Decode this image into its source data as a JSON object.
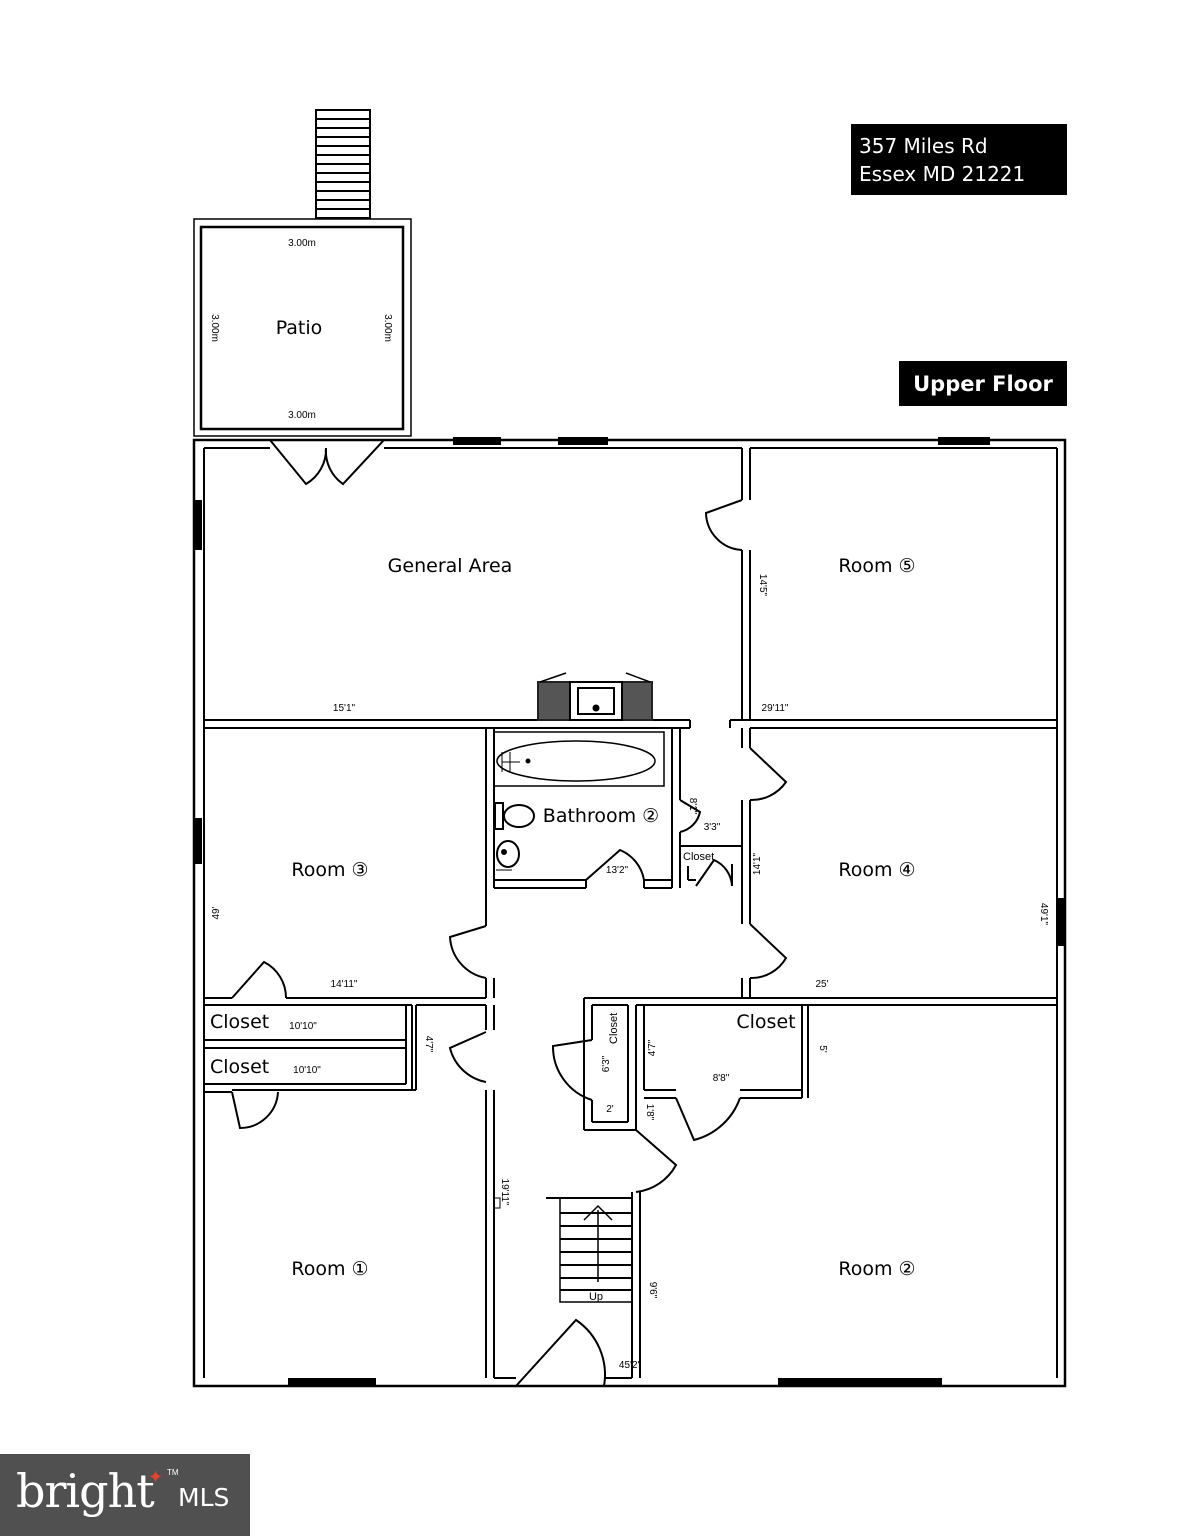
{
  "address": {
    "line1": "357 Miles Rd",
    "line2": "Essex MD 21221"
  },
  "floor_label": "Upper Floor",
  "rooms": {
    "patio": "Patio",
    "general_area": "General Area",
    "room5": "Room ⑤",
    "room3": "Room ③",
    "bathroom2": "Bathroom ②",
    "room4": "Room ④",
    "room1": "Room ①",
    "room2": "Room ②",
    "closet_a": "Closet",
    "closet_b": "Closet",
    "closet_c": "Closet",
    "closet_small": "Closet",
    "closet_vertical": "Closet",
    "stairs_up": "Up"
  },
  "dimensions": {
    "patio_top": "3.00m",
    "patio_bottom": "3.00m",
    "patio_left": "3.00m",
    "patio_right": "3.00m",
    "general_area_width": "15'1\"",
    "room5_height": "14'5\"",
    "room5_width": "29'11\"",
    "bath_8": "8'1\"",
    "bath_3": "3'3\"",
    "bath_13": "13'2\"",
    "room4_height": "14'1\"",
    "right_total": "49'1\"",
    "room4_width": "25'",
    "room3_height": "49'",
    "room3_width": "14'11\"",
    "closet_a_width": "10'10\"",
    "closet_b_width": "10'10\"",
    "hall_47_left": "4'7\"",
    "closet_v_63": "6'3\"",
    "closet_v_2": "2'",
    "closet_c_47": "4'7\"",
    "closet_c_88": "8'8\"",
    "closet_c_18": "1'8\"",
    "closet_c_5": "5'",
    "hall_1911": "19'11\"",
    "stairs_96": "9'6\"",
    "total_width": "45'2\""
  },
  "logo": {
    "brand": "bright",
    "suffix": "MLS",
    "trademark": "TM"
  }
}
